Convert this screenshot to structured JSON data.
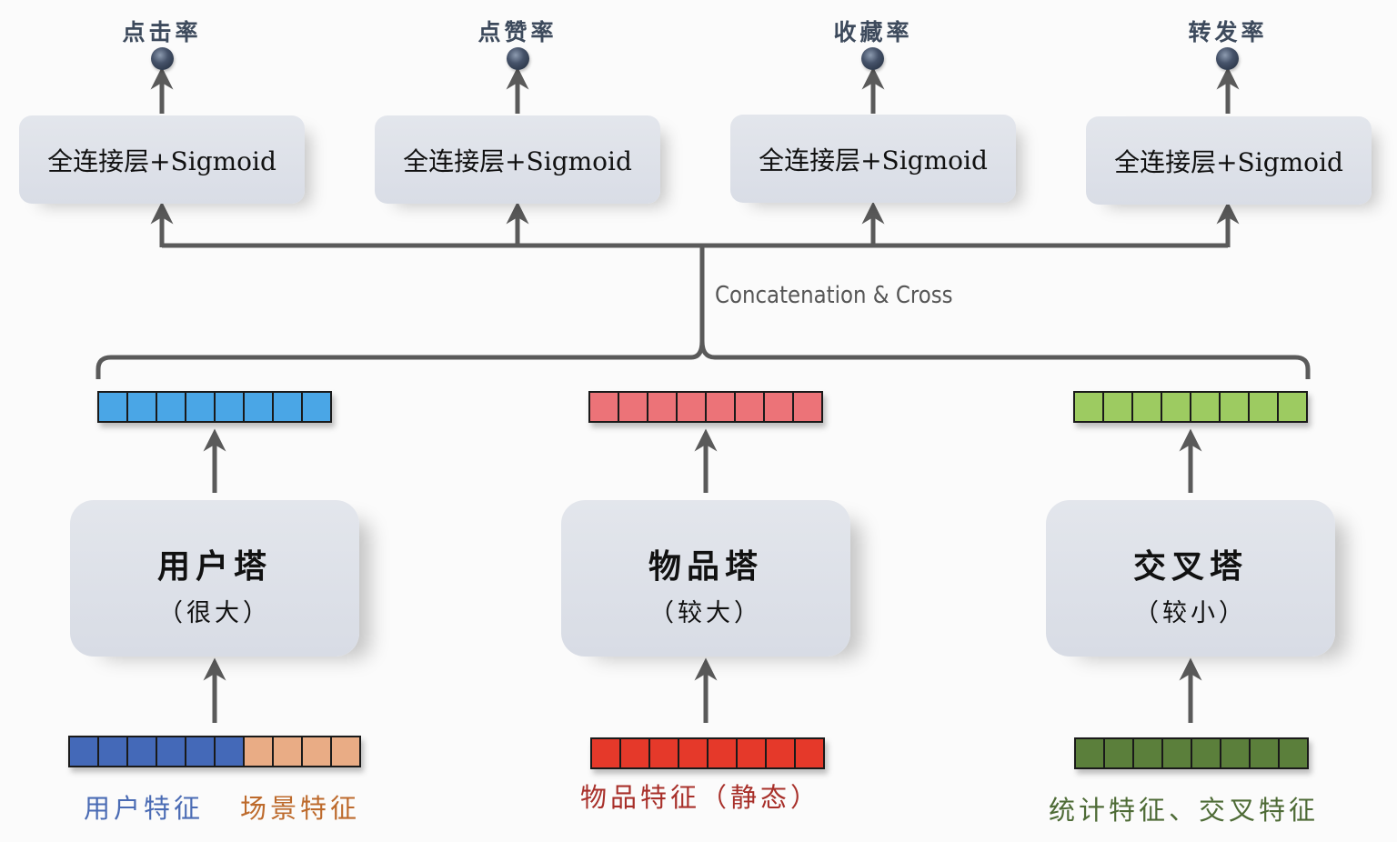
{
  "heads": [
    {
      "output_label": "点击率",
      "layer_label": "全连接层+Sigmoid"
    },
    {
      "output_label": "点赞率",
      "layer_label": "全连接层+Sigmoid"
    },
    {
      "output_label": "收藏率",
      "layer_label": "全连接层+Sigmoid"
    },
    {
      "output_label": "转发率",
      "layer_label": "全连接层+Sigmoid"
    }
  ],
  "merge": {
    "label": "Concatenation & Cross"
  },
  "towers": [
    {
      "name": "用户塔",
      "size": "（很大）",
      "output_vector": {
        "cells": 8,
        "color": "#4aa6e6"
      },
      "input_vector": {
        "segments": [
          {
            "cells": 6,
            "color": "#4469b8"
          },
          {
            "cells": 4,
            "color": "#e9ac85"
          }
        ]
      },
      "input_labels": [
        {
          "text": "用户特征",
          "color": "#4a6bb4"
        },
        {
          "text": "场景特征",
          "color": "#bd6a2c"
        }
      ]
    },
    {
      "name": "物品塔",
      "size": "（较大）",
      "output_vector": {
        "cells": 8,
        "color": "#ec7378"
      },
      "input_vector": {
        "segments": [
          {
            "cells": 8,
            "color": "#e5392a"
          }
        ]
      },
      "input_labels": [
        {
          "text": "物品特征（静态）",
          "color": "#a8302a"
        }
      ]
    },
    {
      "name": "交叉塔",
      "size": "（较小）",
      "output_vector": {
        "cells": 8,
        "color": "#9dcb61"
      },
      "input_vector": {
        "segments": [
          {
            "cells": 8,
            "color": "#5b7f3b"
          }
        ]
      },
      "input_labels": [
        {
          "text": "统计特征、交叉特征",
          "color": "#4e6b36"
        }
      ]
    }
  ],
  "colors": {
    "arrow": "#5a5a5a",
    "box": "#dde1e9"
  }
}
